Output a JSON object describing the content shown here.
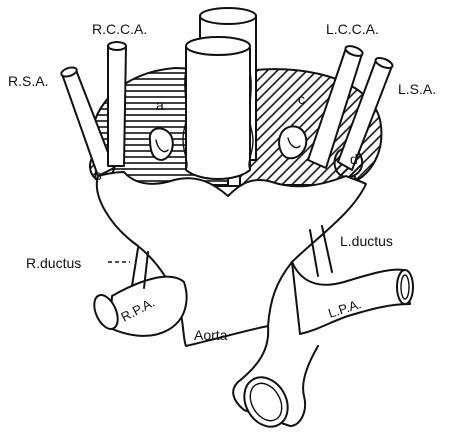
{
  "labels": {
    "rsa": "R.S.A.",
    "rcca": "R.C.C.A.",
    "lcca": "L.C.C.A.",
    "lsa": "L.S.A.",
    "a": "a",
    "b": "b",
    "c": "c",
    "d": "d",
    "r_ductus": "R.ductus",
    "l_ductus": "L.ductus",
    "rpa": "R.P.A.",
    "lpa": "L.P.A.",
    "aorta": "Aorta"
  },
  "colors": {
    "ink": "#111111",
    "background": "#ffffff"
  }
}
